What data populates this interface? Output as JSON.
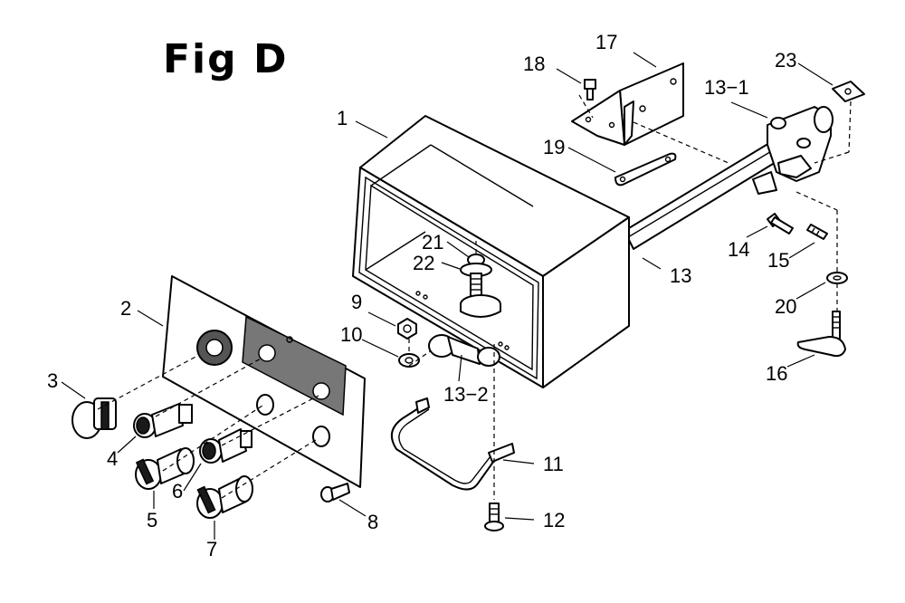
{
  "figure": {
    "title": "Fig D",
    "callouts": {
      "c1": "1",
      "c2": "2",
      "c3": "3",
      "c4": "4",
      "c5": "5",
      "c6": "6",
      "c7": "7",
      "c8": "8",
      "c9": "9",
      "c10": "10",
      "c11": "11",
      "c12": "12",
      "c13": "13",
      "c13_1": "13−1",
      "c13_2": "13−2",
      "c14": "14",
      "c15": "15",
      "c16": "16",
      "c17": "17",
      "c18": "18",
      "c19": "19",
      "c20": "20",
      "c21": "21",
      "c22": "22",
      "c23": "23"
    }
  },
  "colors": {
    "line": "#000000",
    "background": "#ffffff",
    "panel_shade": "#777777"
  }
}
